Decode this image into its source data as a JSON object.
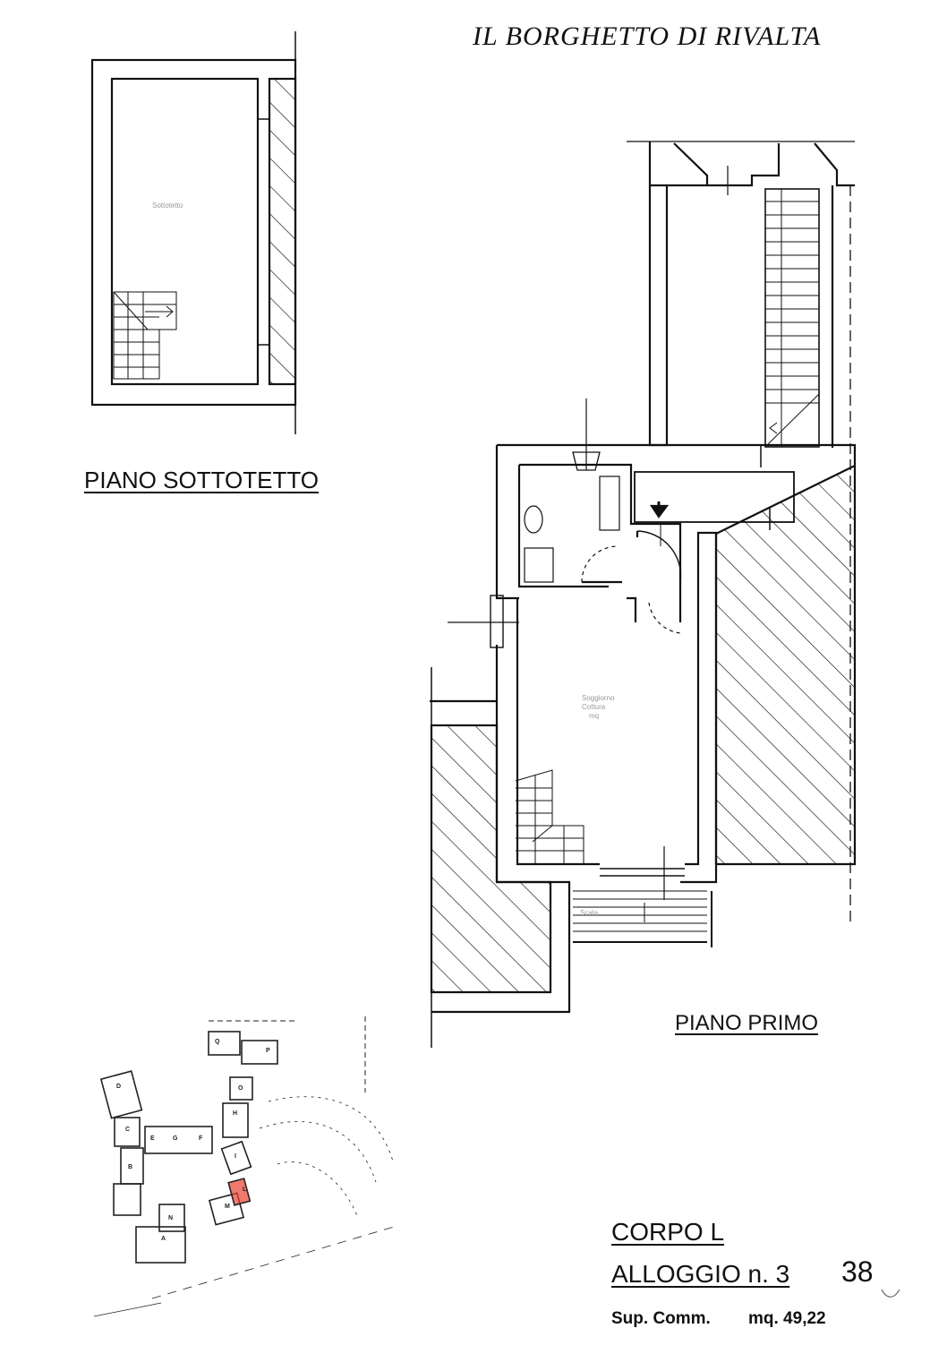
{
  "title": "IL BORGHETTO DI RIVALTA",
  "labels": {
    "piano_sottotetto": "PIANO  SOTTOTETTO",
    "piano_primo": "PIANO PRIMO",
    "corpo": "CORPO L",
    "alloggio": "ALLOGGIO  n. 3",
    "alloggio_number": "38",
    "sup_label": "Sup. Comm.",
    "sup_value": "mq. 49,22"
  },
  "room_labels": {
    "attic": "Sottotetto",
    "living_1": "Soggiorno",
    "living_2": "Cottura",
    "living_3": "mq",
    "steps": "Scala"
  },
  "site_blocks": [
    "Q",
    "P",
    "D",
    "O",
    "H",
    "C",
    "E",
    "G",
    "F",
    "I",
    "B",
    "L",
    "M",
    "N",
    "A"
  ],
  "highlight_block": "L",
  "colors": {
    "ink": "#111111",
    "highlight": "#e8412f",
    "page": "#ffffff"
  }
}
